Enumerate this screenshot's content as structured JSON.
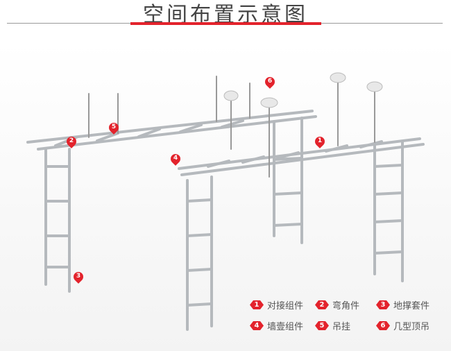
{
  "header": {
    "title": "空间布置示意图"
  },
  "colors": {
    "accent": "#e3232c",
    "frame": "#b8bcc0"
  },
  "markers": [
    {
      "num": "2"
    },
    {
      "num": "5"
    },
    {
      "num": "6"
    },
    {
      "num": "1"
    },
    {
      "num": "4"
    },
    {
      "num": "3"
    }
  ],
  "legend": [
    {
      "num": "1",
      "label": "对接组件"
    },
    {
      "num": "2",
      "label": "弯角件"
    },
    {
      "num": "3",
      "label": "地撑套件"
    },
    {
      "num": "4",
      "label": "墙壹组件"
    },
    {
      "num": "5",
      "label": "吊挂"
    },
    {
      "num": "6",
      "label": "几型顶吊"
    }
  ]
}
